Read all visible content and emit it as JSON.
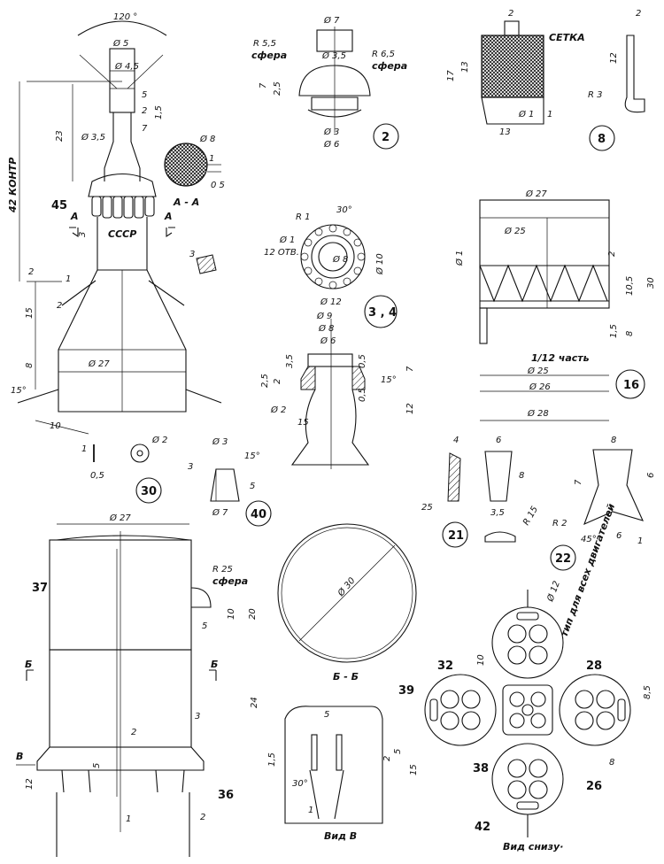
{
  "top_left": {
    "angle_label": "120 °",
    "d5": "Ø 5",
    "d45": "Ø 4,5",
    "d35": "Ø 3,5",
    "d8": "Ø 8",
    "d27": "Ø 27",
    "total_label": "42  КОНТР",
    "l23": "23",
    "l5": "5",
    "l2": "2",
    "l15a": "1,5",
    "l7": "7",
    "l1": "1",
    "l05": "0 5",
    "l3": "3",
    "l2b": "2",
    "l15": "15",
    "l8": "8",
    "l10": "10",
    "angle15": "15°",
    "callout45": "45",
    "cccp": "СССР",
    "section_mark": "А",
    "section_title": "А - А",
    "l1b": "1",
    "l2c": "2",
    "l3b": "3"
  },
  "part2": {
    "d7": "Ø 7",
    "r55": "R 5,5",
    "sfera1": "сфера",
    "d35": "Ø 3,5",
    "r65": "R 6,5",
    "sfera2": "сфера",
    "l7": "7",
    "l25": "2,5",
    "d3": "Ø 3",
    "d6": "Ø 6",
    "num": "2"
  },
  "part8": {
    "l2": "2",
    "setka": "СЕТКА",
    "l17": "17",
    "l13v": "13",
    "d1": "Ø 1",
    "l1": "1",
    "l13": "13",
    "l2b": "2",
    "l12": "12",
    "r3": "R 3",
    "num": "8"
  },
  "part34": {
    "r1": "R 1",
    "a30": "30°",
    "d1": "Ø 1",
    "holes": "12 ОТВ.",
    "d8": "Ø 8",
    "d10": "Ø 10",
    "d12": "Ø 12",
    "num": "3 , 4"
  },
  "part16": {
    "d27": "Ø 27",
    "d25": "Ø 25",
    "d1": "Ø 1",
    "l2": "2",
    "l105": "10,5",
    "l30": "30",
    "l15": "1,5",
    "l8": "8",
    "part": "1/12  часть",
    "d25b": "Ø 25",
    "d26": "Ø 26",
    "d28": "Ø 28",
    "num": "16"
  },
  "nozzle": {
    "d9": "Ø 9",
    "d8": "Ø 8",
    "d6": "Ø 6",
    "l35": "3,5",
    "l25": "2,5",
    "l2": "2",
    "d2": "Ø 2",
    "l15": "15",
    "l05a": "0,5",
    "l05b": "0,5",
    "a15": "15°",
    "l7": "7",
    "l12": "12"
  },
  "part30": {
    "d2": "Ø 2",
    "l1": "1",
    "l05": "0,5",
    "num": "30"
  },
  "part40": {
    "d3": "Ø 3",
    "a15": "15°",
    "l3": "3",
    "l5": "5",
    "d7": "Ø 7",
    "num": "40"
  },
  "part21": {
    "l4": "4",
    "l25": "25",
    "l6": "6",
    "l8": "8",
    "l35": "3,5",
    "r15": "R 15",
    "num": "21"
  },
  "part22": {
    "l8": "8",
    "l7": "7",
    "l6": "6",
    "r2": "R 2",
    "a45": "45°",
    "l6b": "6",
    "l1": "1",
    "num": "22"
  },
  "lower_left": {
    "d27": "Ø 27",
    "r25": "R 25",
    "sfera": "сфера",
    "l10": "10",
    "l20": "20",
    "l5": "5",
    "l24": "24",
    "l3": "3",
    "l2": "2",
    "l5b": "5",
    "l12": "12",
    "l2b": "2",
    "l1": "1",
    "callout37": "37",
    "callout36": "36",
    "mark_b": "Б",
    "mark_v": "В"
  },
  "section_bb": {
    "d30": "Ø 30",
    "title": "Б - Б"
  },
  "view_v": {
    "l5": "5",
    "l15a": "1,5",
    "l2": "2",
    "l5b": "5",
    "l15": "15",
    "a30": "30°",
    "l1": "1",
    "title": "Вид В"
  },
  "bottom_view": {
    "d12": "Ø 12",
    "note": "тип для всех двигателей",
    "l10": "10",
    "c32": "32",
    "c28": "28",
    "c39": "39",
    "l85": "8,5",
    "l8": "8",
    "c38": "38",
    "c26": "26",
    "c42": "42",
    "title": "Вид снизу·"
  }
}
